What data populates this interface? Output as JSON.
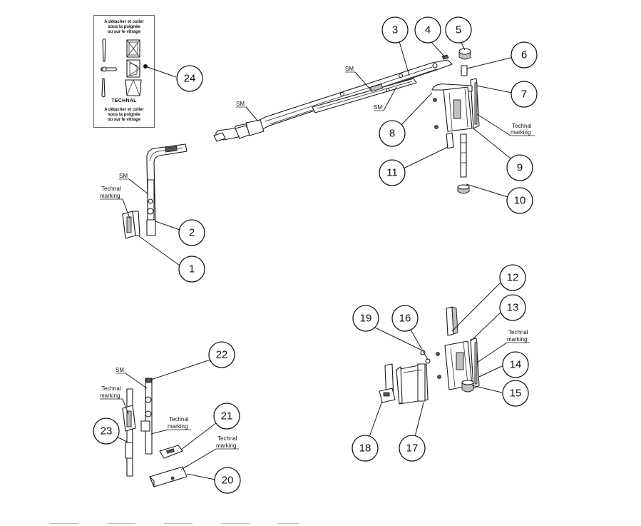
{
  "callouts": [
    "1",
    "2",
    "3",
    "4",
    "5",
    "6",
    "7",
    "8",
    "9",
    "10",
    "11",
    "12",
    "13",
    "14",
    "15",
    "16",
    "17",
    "18",
    "19",
    "20",
    "21",
    "22",
    "23",
    "24"
  ],
  "tags": {
    "sm": "SM",
    "technal": "Technal",
    "marking": "marking"
  },
  "label_card": {
    "top_text": [
      "A détacher et coller",
      "sous la poignée",
      "ou sur le vitrage"
    ],
    "brand": "TECHNAL",
    "bottom_text": [
      "A détacher et coller",
      "sous la poignée",
      "ou sur le vitrage"
    ]
  }
}
